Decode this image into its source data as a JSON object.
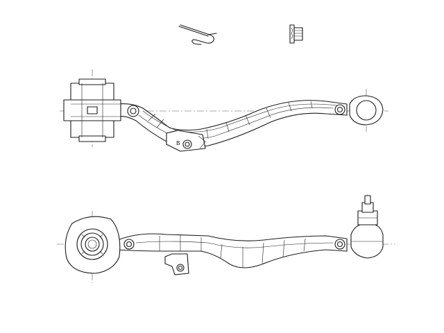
{
  "drawing": {
    "colors": {
      "line": "#1a1a1a",
      "background": "#ffffff"
    },
    "views": [
      "top-view",
      "side-view"
    ],
    "parts": [
      "retaining-clip",
      "self-locking-nut",
      "control-arm",
      "bushing",
      "ball-joint"
    ],
    "top_view": {
      "bracket_mark": "B"
    }
  }
}
